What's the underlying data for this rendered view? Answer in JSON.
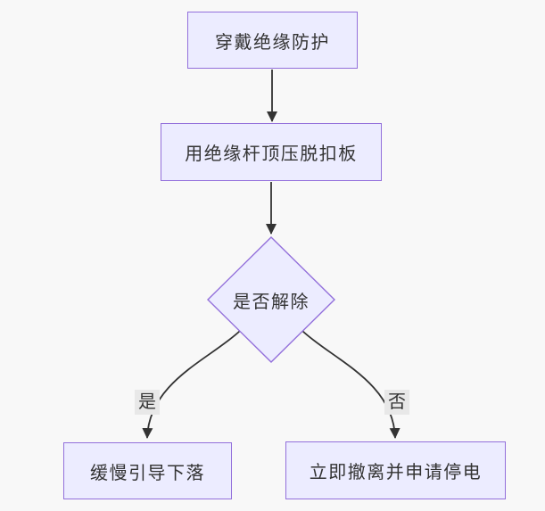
{
  "diagram": {
    "type": "flowchart-top-down",
    "colors": {
      "canvas_bg": "#f8f8f8",
      "node_fill": "#ECECFF",
      "node_border": "#9370DB",
      "edge_line": "#333333",
      "edge_label_bg": "#e8e8e8",
      "text": "#333333"
    },
    "nodes": [
      {
        "id": "step-wear-protection",
        "shape": "rectangle",
        "label": "穿戴绝缘防护"
      },
      {
        "id": "step-press-trip-plate",
        "shape": "rectangle",
        "label": "用绝缘杆顶压脱扣板"
      },
      {
        "id": "decision-released",
        "shape": "diamond",
        "label": "是否解除"
      },
      {
        "id": "step-guide-descent",
        "shape": "rectangle",
        "label": "缓慢引导下落"
      },
      {
        "id": "step-evacuate-power-off",
        "shape": "rectangle",
        "label": "立即撤离并申请停电"
      }
    ],
    "edges": [
      {
        "from": "step-wear-protection",
        "to": "step-press-trip-plate",
        "label": ""
      },
      {
        "from": "step-press-trip-plate",
        "to": "decision-released",
        "label": ""
      },
      {
        "from": "decision-released",
        "to": "step-guide-descent",
        "label": "是"
      },
      {
        "from": "decision-released",
        "to": "step-evacuate-power-off",
        "label": "否"
      }
    ]
  }
}
